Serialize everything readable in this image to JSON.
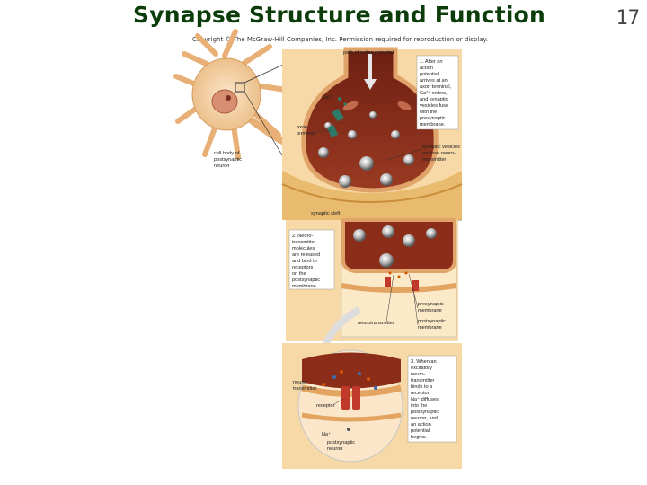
{
  "title": "Synapse Structure and Function",
  "slide_number": "17",
  "copyright": "Copyright © The McGraw-Hill Companies, Inc. Permission required for reproduction or display.",
  "labels": {
    "path": "path of action potential",
    "ca": "Ca²⁺",
    "axon_terminal": [
      "axon",
      "terminal"
    ],
    "cell_body": [
      "cell body of",
      "postsynaptic",
      "neuron"
    ],
    "synaptic_vesicles": [
      "synaptic vesicles",
      "enclose neuro-",
      "transmitter"
    ],
    "synaptic_cleft": "synaptic cleft",
    "presynaptic_membrane": [
      "presynaptic",
      "membrane"
    ],
    "neurotransmitter_mid": "neurotransmitter",
    "postsynaptic_membrane": [
      "postsynaptic",
      "membrane"
    ],
    "neurotransmitter_bottom": [
      "neuro-",
      "transmitter"
    ],
    "receptor": "receptor",
    "na": "Na⁺",
    "postsynaptic_neuron": [
      "postsynaptic",
      "neuron"
    ]
  },
  "steps": {
    "step1": [
      "1. After an",
      "action",
      "potential",
      "arrives at an",
      "axon terminal,",
      "Ca²⁺ enters,",
      "and synaptic",
      "vesicles fuse",
      "with the",
      "presynaptic",
      "membrane."
    ],
    "step2": [
      "2. Neuro-",
      "transmitter",
      "molecules",
      "are released",
      "and bind to",
      "receptors",
      "on the",
      "postsynaptic",
      "membrane."
    ],
    "step3": [
      "3. When an",
      "excitatory",
      "neuro-",
      "transmitter",
      "binds to a",
      "receptor,",
      "Na⁺ diffuses",
      "into the",
      "postsynaptic",
      "neuron, and",
      "an action",
      "potential",
      "begins."
    ]
  }
}
